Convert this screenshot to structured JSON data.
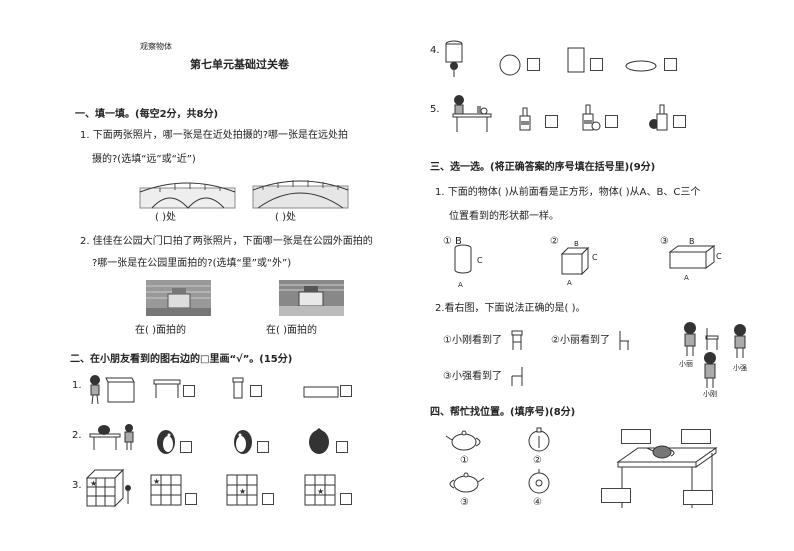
{
  "header": {
    "tag": "观察物体",
    "title": "第七单元基础过关卷"
  },
  "section1": {
    "heading": "一、填一填。(每空2分，共8分)",
    "q1": {
      "line1": "1. 下面两张照片，哪一张是在近处拍摄的?哪一张是在远处拍",
      "line2": "摄的?(选填“远”或“近”)",
      "blank1": "(        )处",
      "blank2": "(        )处"
    },
    "q2": {
      "line1": "2. 佳佳在公园大门口拍了两张照片，下面哪一张是在公园外面拍的",
      "line2": "?哪一张是在公园里面拍的?(选填“里”或“外”)",
      "blank1": "在(        )面拍的",
      "blank2": "在(        )面拍的"
    }
  },
  "section2": {
    "heading": "二、在小朋友看到的图右边的□里画“√”。(15分)",
    "rows": [
      "1.",
      "2.",
      "3.",
      "4.",
      "5."
    ]
  },
  "section3": {
    "heading": "三、选一选。(将正确答案的序号填在括号里)(9分)",
    "q1": {
      "line1": "1. 下面的物体(     )从前面看是正方形，物体(     )从A、B、C三个",
      "line2": "位置看到的形状都一样。",
      "options": [
        "①",
        "②",
        "③"
      ],
      "labels": {
        "A": "A",
        "B": "B",
        "C": "C"
      }
    },
    "q2": {
      "line1": "2.看右图，下面说法正确的是(     )。",
      "options": [
        "①小刚看到了",
        "②小丽看到了",
        "③小强看到了"
      ],
      "names": [
        "小丽",
        "小强",
        "小刚"
      ]
    }
  },
  "section4": {
    "heading": "四、帮忙找位置。(填序号)(8分)",
    "teapots": [
      "①",
      "②",
      "③",
      "④"
    ]
  }
}
